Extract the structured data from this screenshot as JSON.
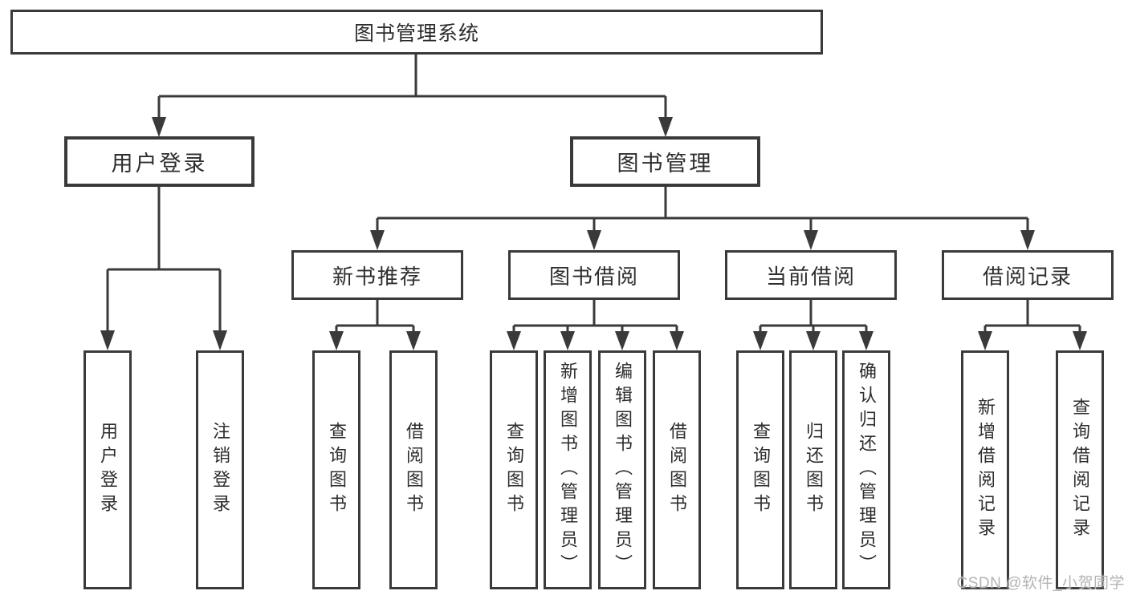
{
  "tree": {
    "root": "图书管理系统",
    "login": {
      "label": "用户登录",
      "children": [
        "用户登录",
        "注销登录"
      ]
    },
    "management": {
      "label": "图书管理",
      "groups": [
        {
          "label": "新书推荐",
          "children": [
            "查询图书",
            "借阅图书"
          ]
        },
        {
          "label": "图书借阅",
          "children": [
            "查询图书",
            "新增图书（管理员）",
            "编辑图书（管理员）",
            "借阅图书"
          ]
        },
        {
          "label": "当前借阅",
          "children": [
            "查询图书",
            "归还图书",
            "确认归还（管理员）"
          ]
        },
        {
          "label": "借阅记录",
          "children": [
            "新增借阅记录",
            "查询借阅记录"
          ]
        }
      ]
    }
  },
  "watermark": "CSDN @软件_小贺同学",
  "colors": {
    "line": "#3a3a3a",
    "text": "#2d2d2d",
    "watermark": "#b3b3b3",
    "background": "#ffffff"
  }
}
